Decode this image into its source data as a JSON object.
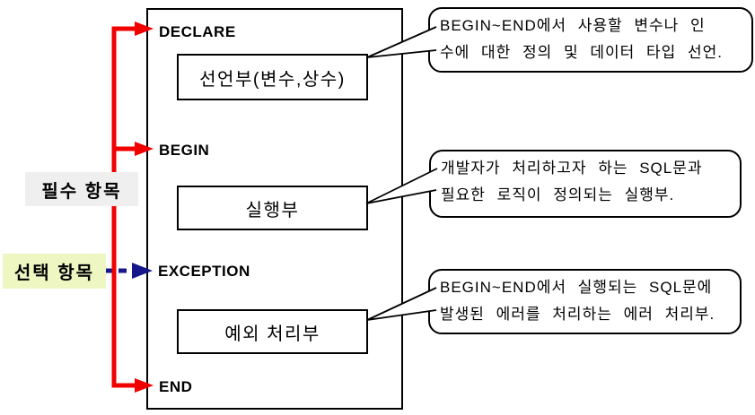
{
  "keywords": [
    {
      "label": "DECLARE"
    },
    {
      "label": "BEGIN"
    },
    {
      "label": "EXCEPTION"
    },
    {
      "label": "END"
    }
  ],
  "sections": [
    {
      "label": "선언부(변수,상수)"
    },
    {
      "label": "실행부"
    },
    {
      "label": "예외 처리부"
    }
  ],
  "side_labels": {
    "required": {
      "label": "필수 항목",
      "bg": "#efefef"
    },
    "optional": {
      "label": "선택 항목",
      "bg": "#eef7c2"
    }
  },
  "callouts": [
    {
      "lines": [
        "BEGIN~END에서 사용할 변수나 인",
        "수에 대한 정의 및 데이터 타입 선언."
      ]
    },
    {
      "lines": [
        "개발자가 처리하고자 하는 SQL문과",
        "필요한 로직이 정의되는 실행부."
      ]
    },
    {
      "lines": [
        "BEGIN~END에서 실행되는 SQL문에",
        "발생된 에러를 처리하는 에러 처리부."
      ]
    }
  ],
  "colors": {
    "required_arrow": "#f20000",
    "optional_arrow": "#17178c",
    "outline": "#000000",
    "required_label_bg": "#efefef",
    "optional_label_bg": "#eef7c2"
  }
}
